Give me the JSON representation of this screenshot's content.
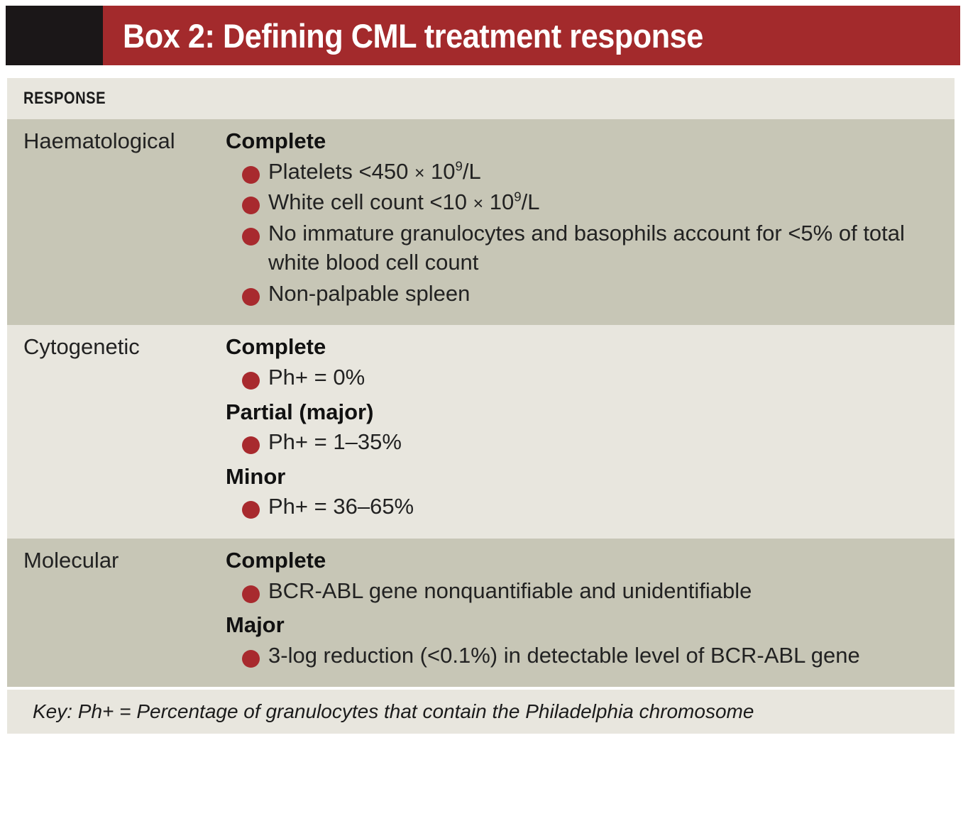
{
  "header": {
    "title": "Box 2: Defining CML treatment response",
    "accent_color": "#a32a2c",
    "block_color": "#1b1718"
  },
  "table": {
    "column_header": "RESPONSE",
    "bullet_color": "#a82a2e",
    "row_light_bg": "#e8e6de",
    "row_dark_bg": "#c7c6b6",
    "rows": [
      {
        "category": "Haematological",
        "shade": "dark",
        "groups": [
          {
            "title": "Complete",
            "items": [
              {
                "pre": "Platelets <450 ",
                "times": "×",
                "mid": " 10",
                "sup": "9",
                "post": "/L"
              },
              {
                "pre": "White cell count <10 ",
                "times": "×",
                "mid": " 10",
                "sup": "9",
                "post": "/L"
              },
              {
                "text": "No immature granulocytes and basophils account for <5% of total white blood cell count"
              },
              {
                "text": "Non-palpable spleen"
              }
            ]
          }
        ]
      },
      {
        "category": "Cytogenetic",
        "shade": "light",
        "groups": [
          {
            "title": "Complete",
            "items": [
              {
                "text": "Ph+ = 0%"
              }
            ]
          },
          {
            "title": "Partial (major)",
            "items": [
              {
                "text": "Ph+ = 1–35%"
              }
            ]
          },
          {
            "title": "Minor",
            "items": [
              {
                "text": "Ph+ = 36–65%"
              }
            ]
          }
        ]
      },
      {
        "category": "Molecular",
        "shade": "dark",
        "groups": [
          {
            "title": "Complete",
            "items": [
              {
                "text": "BCR-ABL gene nonquantifiable and unidentifiable"
              }
            ]
          },
          {
            "title": "Major",
            "items": [
              {
                "text": "3-log reduction (<0.1%) in detectable level of BCR-ABL gene"
              }
            ]
          }
        ]
      }
    ],
    "key": "Key: Ph+ = Percentage of granulocytes that contain the Philadelphia chromosome"
  }
}
